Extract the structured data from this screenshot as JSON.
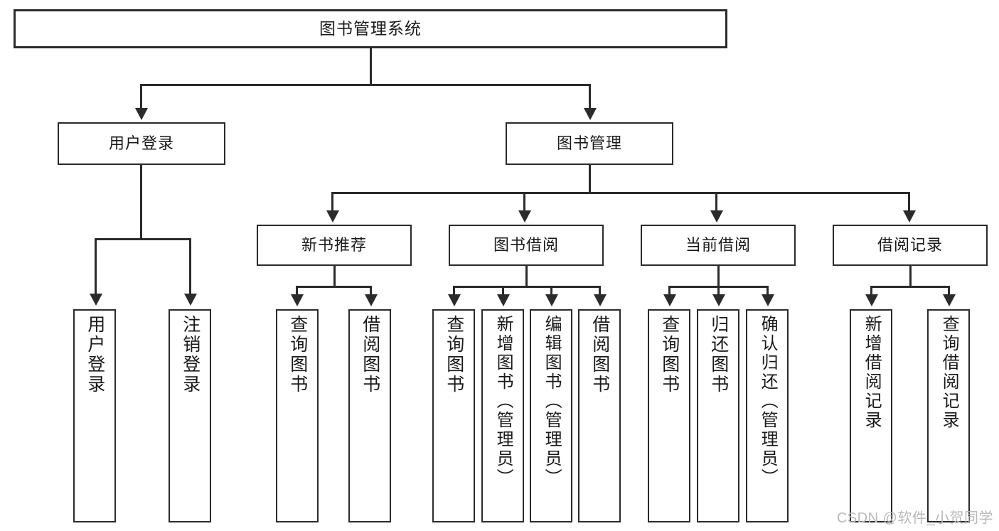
{
  "diagram": {
    "type": "tree",
    "title": "图书管理系统",
    "root": {
      "label": "图书管理系统"
    },
    "level2": [
      {
        "label": "用户登录"
      },
      {
        "label": "图书管理"
      }
    ],
    "level3": [
      {
        "label": "新书推荐"
      },
      {
        "label": "图书借阅"
      },
      {
        "label": "当前借阅"
      },
      {
        "label": "借阅记录"
      }
    ],
    "leaves": {
      "user_login": [
        {
          "label": "用户登录"
        },
        {
          "label": "注销登录"
        }
      ],
      "new_book_recommend": [
        {
          "label": "查询图书"
        },
        {
          "label": "借阅图书"
        }
      ],
      "book_borrow": [
        {
          "label": "查询图书"
        },
        {
          "label": "新增图书（管理员）"
        },
        {
          "label": "编辑图书（管理员）"
        },
        {
          "label": "借阅图书"
        }
      ],
      "current_borrow": [
        {
          "label": "查询图书"
        },
        {
          "label": "归还图书"
        },
        {
          "label": "确认归还（管理员）"
        }
      ],
      "borrow_record": [
        {
          "label": "新增借阅记录"
        },
        {
          "label": "查询借阅记录"
        }
      ]
    },
    "colors": {
      "stroke": "#2b2b2b",
      "fill": "#ffffff",
      "text": "#1a1a1a",
      "watermark": "#b9b9b9"
    }
  },
  "watermark": {
    "text": "CSDN @软件_小贺同学"
  }
}
